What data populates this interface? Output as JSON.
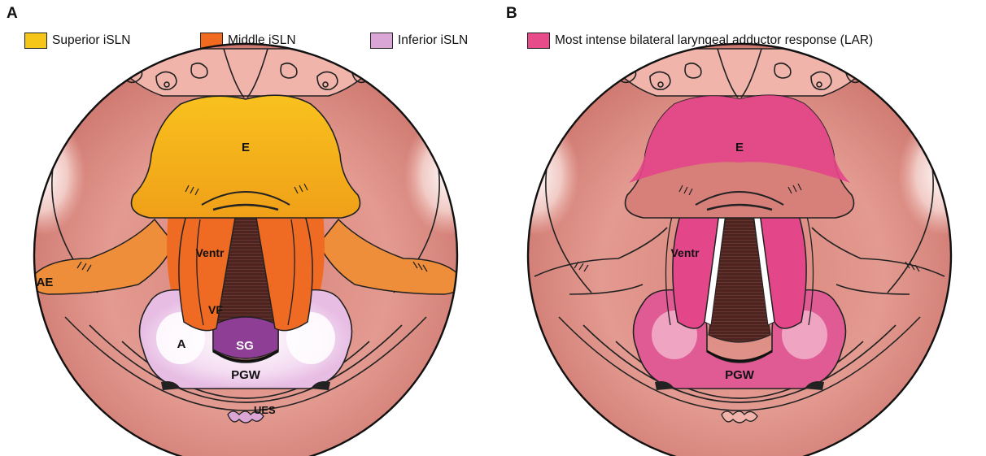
{
  "panel_a": {
    "letter": "A",
    "legend": [
      {
        "label": "Superior iSLN",
        "color": "#f5c518"
      },
      {
        "label": "Middle iSLN",
        "color": "#f06a1f"
      },
      {
        "label": "Inferior iSLN",
        "color": "#d9a6d6"
      }
    ],
    "labels": {
      "e": "E",
      "ae": "AE",
      "ventr": "Ventr",
      "vf": "VF",
      "sg": "SG",
      "a": "A",
      "pgw": "PGW",
      "ues": "UES"
    }
  },
  "panel_b": {
    "letter": "B",
    "legend": [
      {
        "label": "Most intense bilateral laryngeal adductor response (LAR)",
        "color": "#e84b8a"
      }
    ],
    "labels": {
      "e": "E",
      "ventr": "Ventr",
      "pgw": "PGW"
    }
  },
  "colors": {
    "tissue": "#e58f86",
    "tissue_light": "#f3c4bc",
    "tissue_dark": "#b8655e",
    "glottis": "#5a2a26",
    "superior": "#f5b41c",
    "middle": "#ef6a22",
    "inferior": "#f1d7ef",
    "sg": "#8e3f95",
    "lar": "#e4468a"
  }
}
